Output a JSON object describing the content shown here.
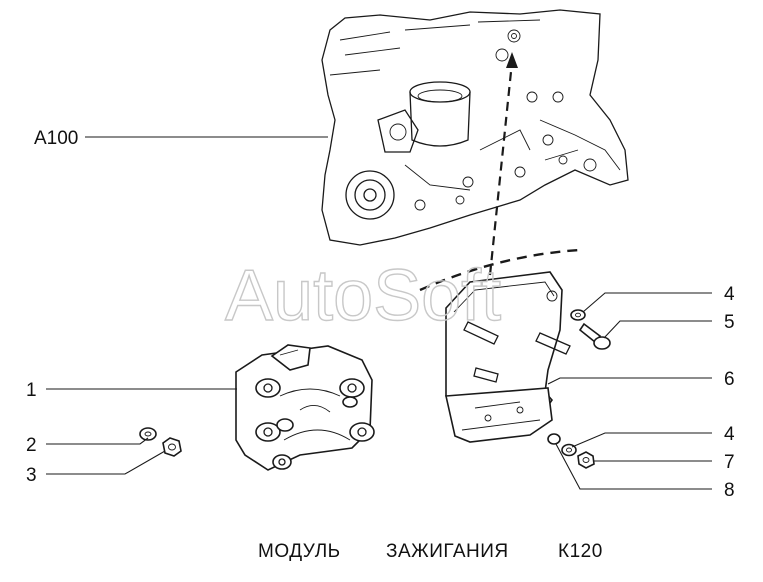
{
  "watermark": "AutoSoft",
  "caption": {
    "title": "МОДУЛЬ",
    "subtitle": "ЗАЖИГАНИЯ",
    "code": "К120"
  },
  "callouts": {
    "a100": "А100",
    "c1": "1",
    "c2": "2",
    "c3": "3",
    "c4a": "4",
    "c5": "5",
    "c6": "6",
    "c4b": "4",
    "c7": "7",
    "c8": "8"
  }
}
